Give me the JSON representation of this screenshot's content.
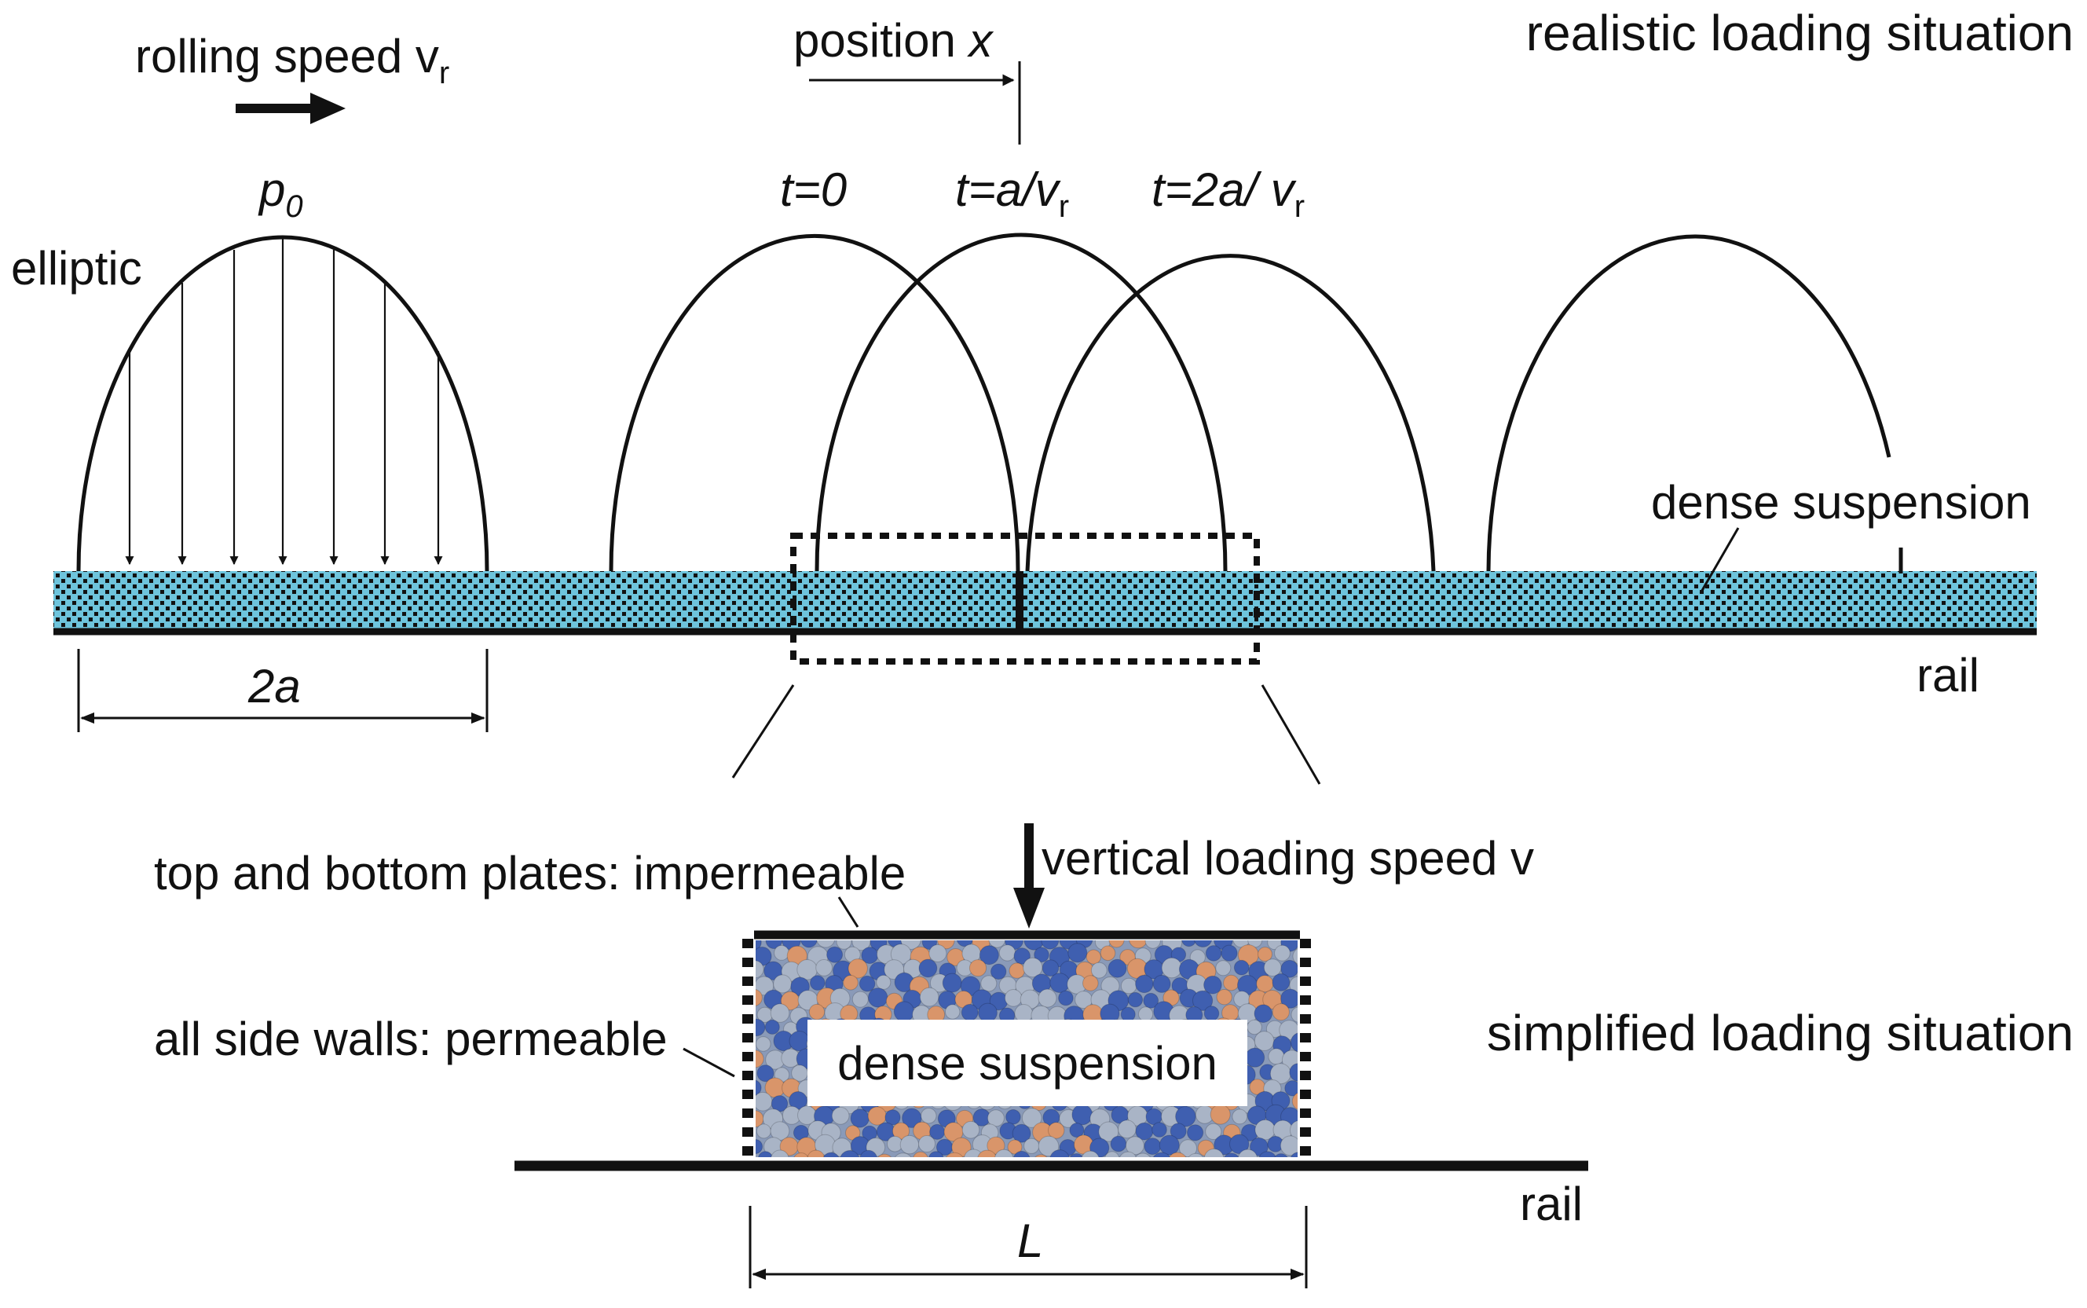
{
  "labels": {
    "rolling_speed": "rolling speed v",
    "rolling_speed_sub": "r",
    "position": "position ",
    "position_var": "x",
    "realistic": "realistic loading situation",
    "p0_base": "p",
    "p0_sub": "0",
    "elliptic": "elliptic",
    "t0": "t=0",
    "t1_a": "t=a/v",
    "t1_sub": "r",
    "t2_a": "t=2a/ v",
    "t2_sub": "r",
    "dense_suspension_top": "dense suspension",
    "rail_top": "rail",
    "width_2a": "2a",
    "vertical_loading": "vertical loading speed v",
    "plates": "top and bottom plates: impermeable",
    "side_walls": "all side walls: permeable",
    "simplified": "simplified loading situation",
    "dense_suspension_box": "dense suspension",
    "rail_bottom": "rail",
    "length_L": "L"
  },
  "colors": {
    "suspension_fill": "#6ec4dc",
    "particle_orange": "#d9956a",
    "particle_blue": "#3f5fb0",
    "particle_grey": "#a9b4c6",
    "ink": "#111111"
  }
}
